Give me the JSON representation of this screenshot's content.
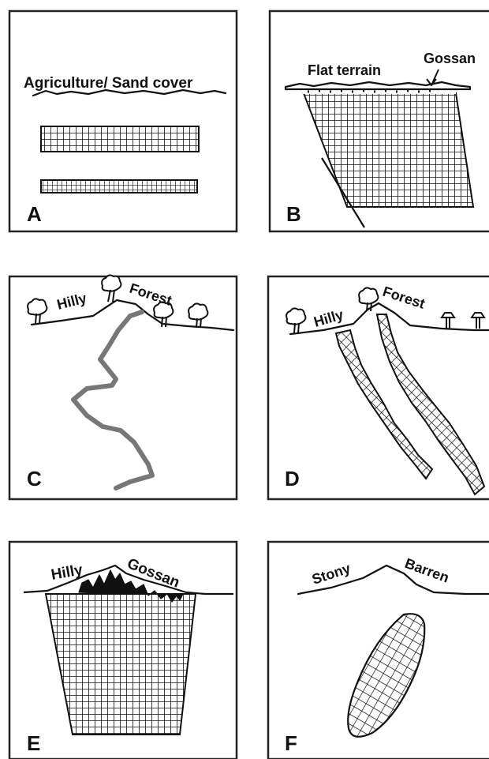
{
  "figure": {
    "panels": [
      {
        "letter": "A",
        "labels": [
          "Agriculture/ Sand cover"
        ]
      },
      {
        "letter": "B",
        "labels": [
          "Flat terrain",
          "Gossan"
        ]
      },
      {
        "letter": "C",
        "labels": [
          "Hilly",
          "Forest"
        ]
      },
      {
        "letter": "D",
        "labels": [
          "Hilly",
          "Forest"
        ]
      },
      {
        "letter": "E",
        "labels": [
          "Hilly",
          "Gossan"
        ]
      },
      {
        "letter": "F",
        "labels": [
          "Stony",
          "Barren"
        ]
      }
    ]
  },
  "colors": {
    "ink": "#111111",
    "frame": "#222222",
    "vein": "#777777",
    "background": "#ffffff"
  }
}
